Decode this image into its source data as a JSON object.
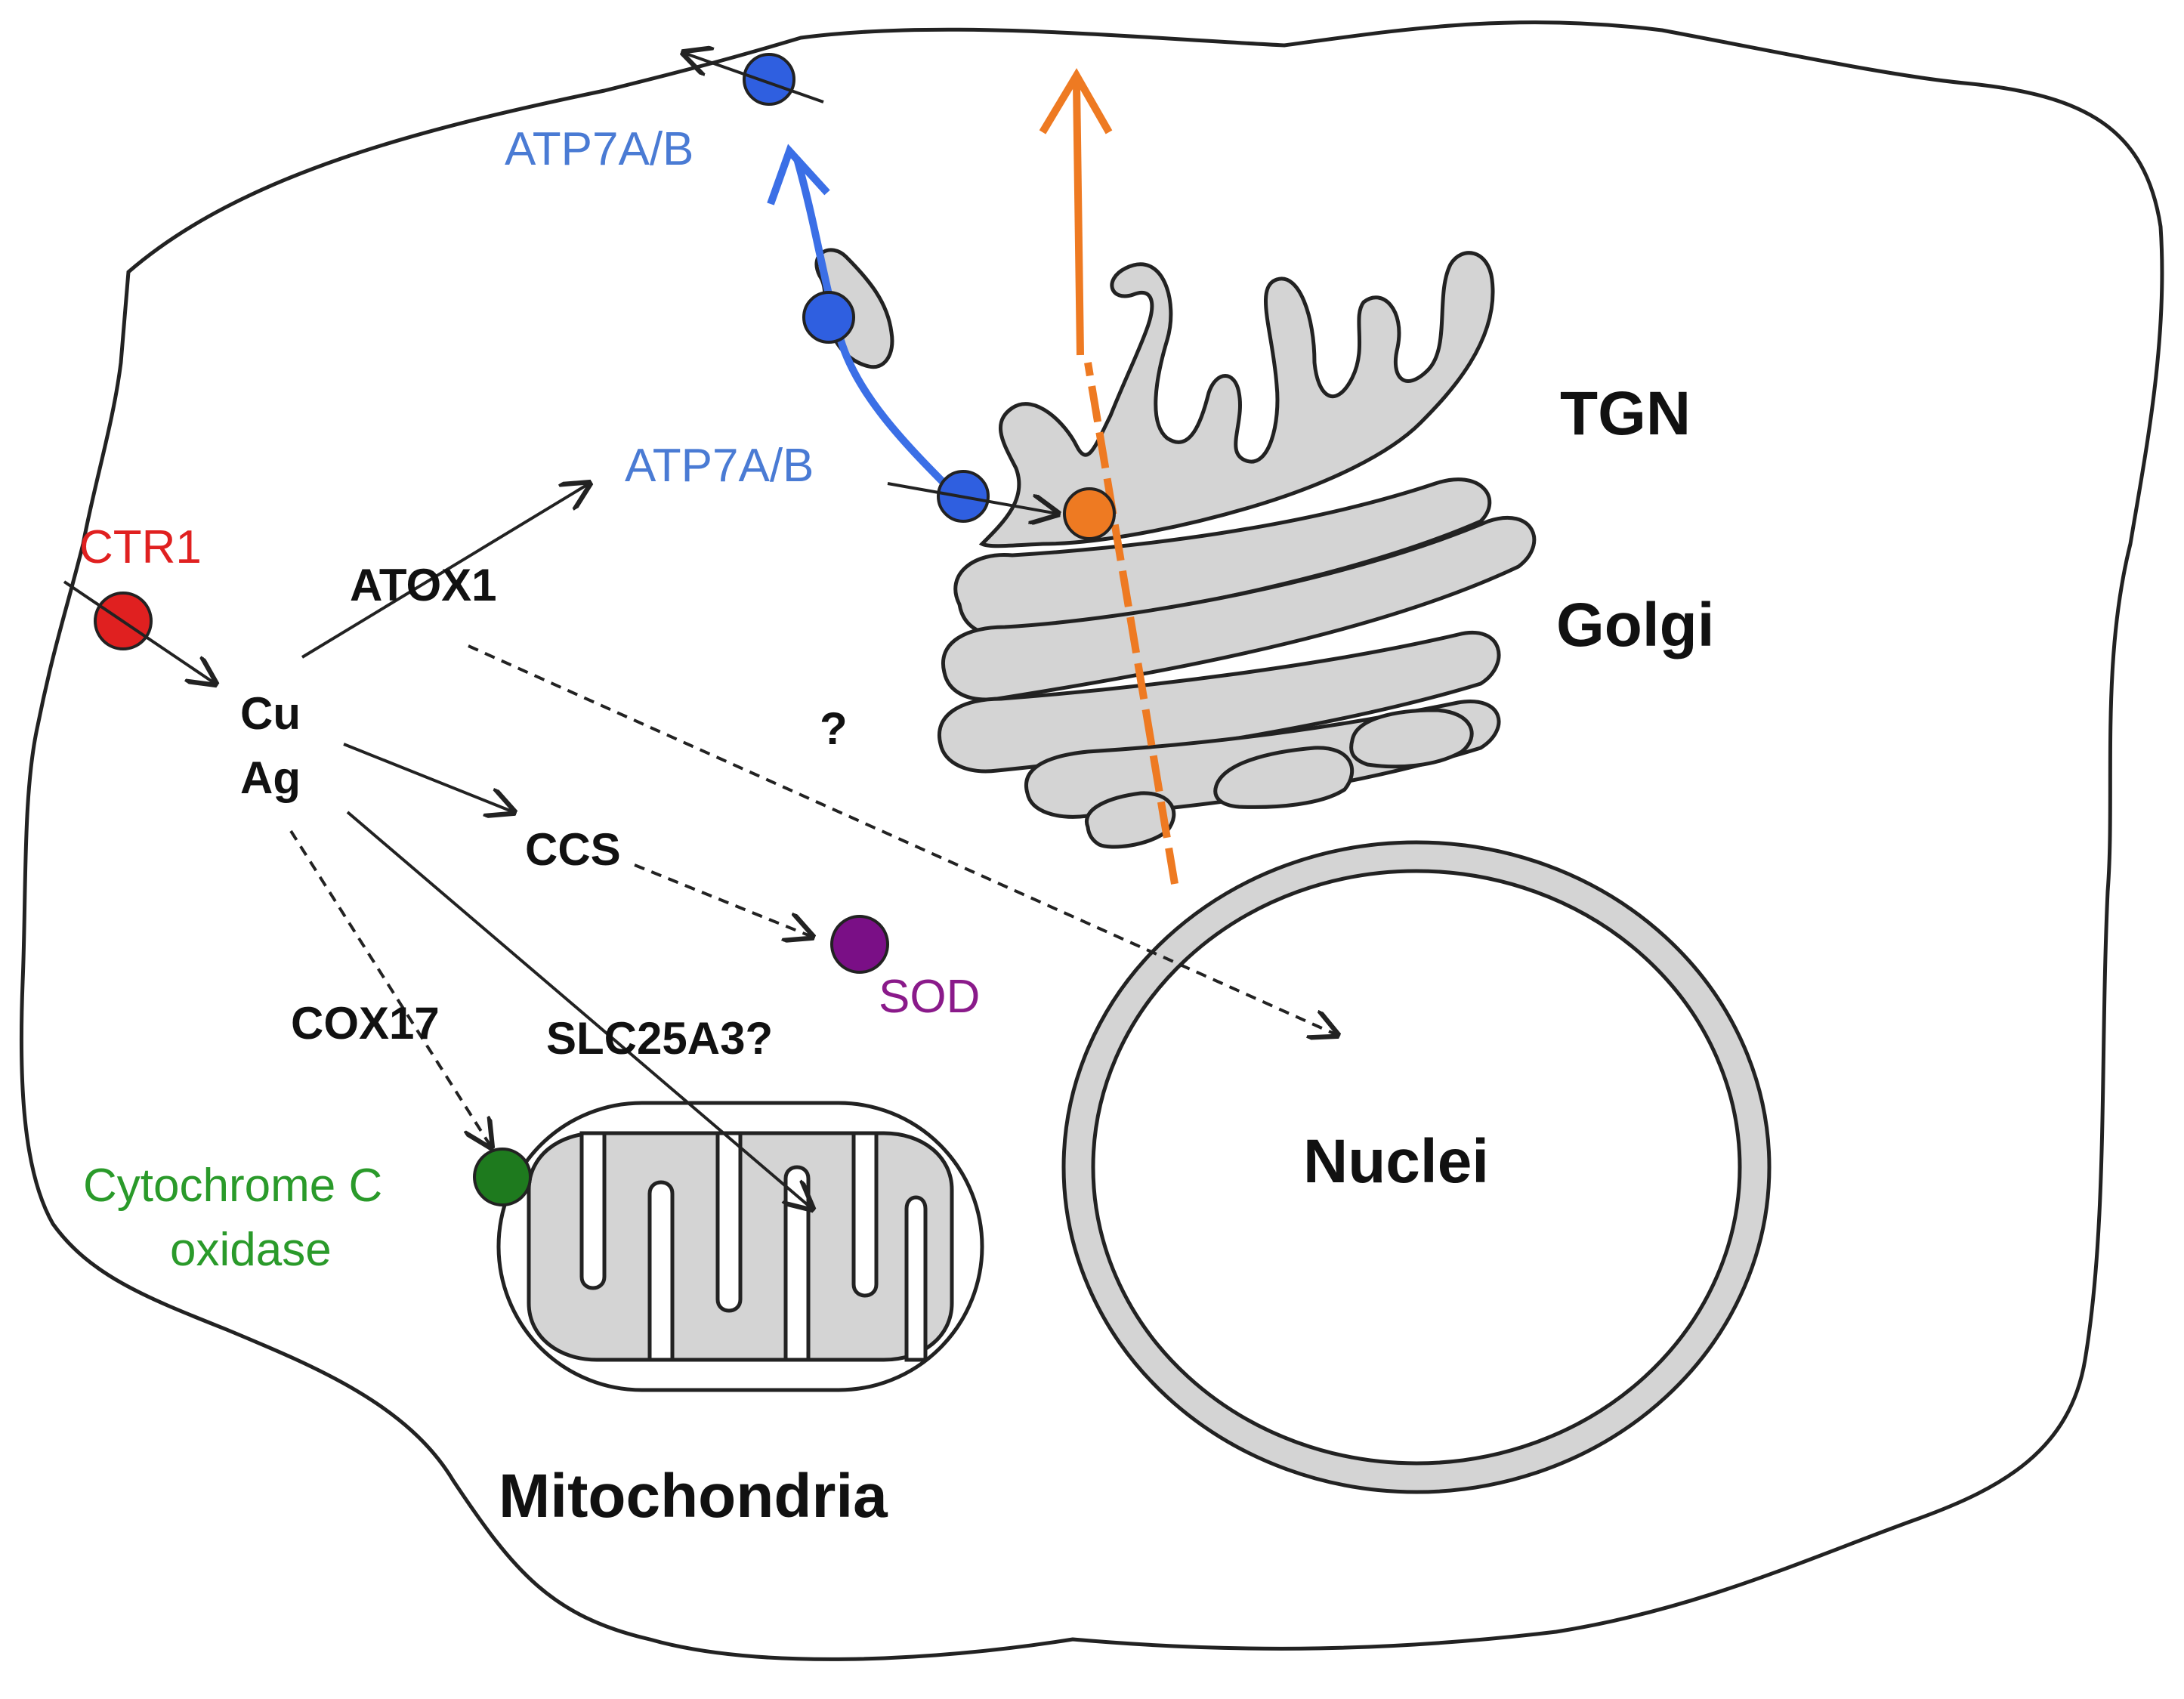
{
  "labels": {
    "tgn": "TGN",
    "golgi": "Golgi",
    "nuclei": "Nuclei",
    "mitochondria": "Mitochondria",
    "ctr1": "CTR1",
    "atox1": "ATOX1",
    "cu": "Cu",
    "ag": "Ag",
    "ccs": "CCS",
    "sod": "SOD",
    "cox17": "COX17",
    "slc25a3": "SLC25A3?",
    "atp7ab_top": "ATP7A/B",
    "atp7ab_mid": "ATP7A/B",
    "question": "?",
    "cyto_line1": "Cytochrome C",
    "cyto_line2": "oxidase"
  },
  "colors": {
    "ctr1": "#e02020",
    "atp7": "#2f5fe0",
    "atp7_text": "#4a7bd4",
    "trafficking_orange": "#ee7a22",
    "sod": "#7a0f86",
    "cytochrome": "#1e7a1e",
    "organelle_fill": "#d4d4d4",
    "outline": "#222222"
  }
}
